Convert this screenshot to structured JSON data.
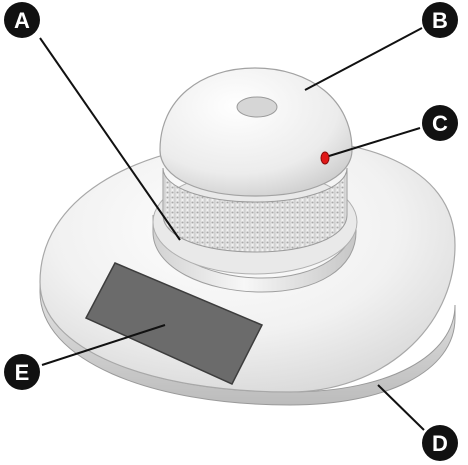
{
  "diagram": {
    "colors": {
      "device_body": "#f4f4f4",
      "device_shadow": "#cfcfcf",
      "panel": "#6b6b6b",
      "panel_edge": "#3d3d3d",
      "indicator": "#e01818",
      "callout_fill": "#111111",
      "callout_text": "#ffffff",
      "leader_line": "#111111"
    },
    "labels": {
      "a": "A",
      "b": "B",
      "c": "C",
      "d": "D",
      "e": "E"
    }
  }
}
